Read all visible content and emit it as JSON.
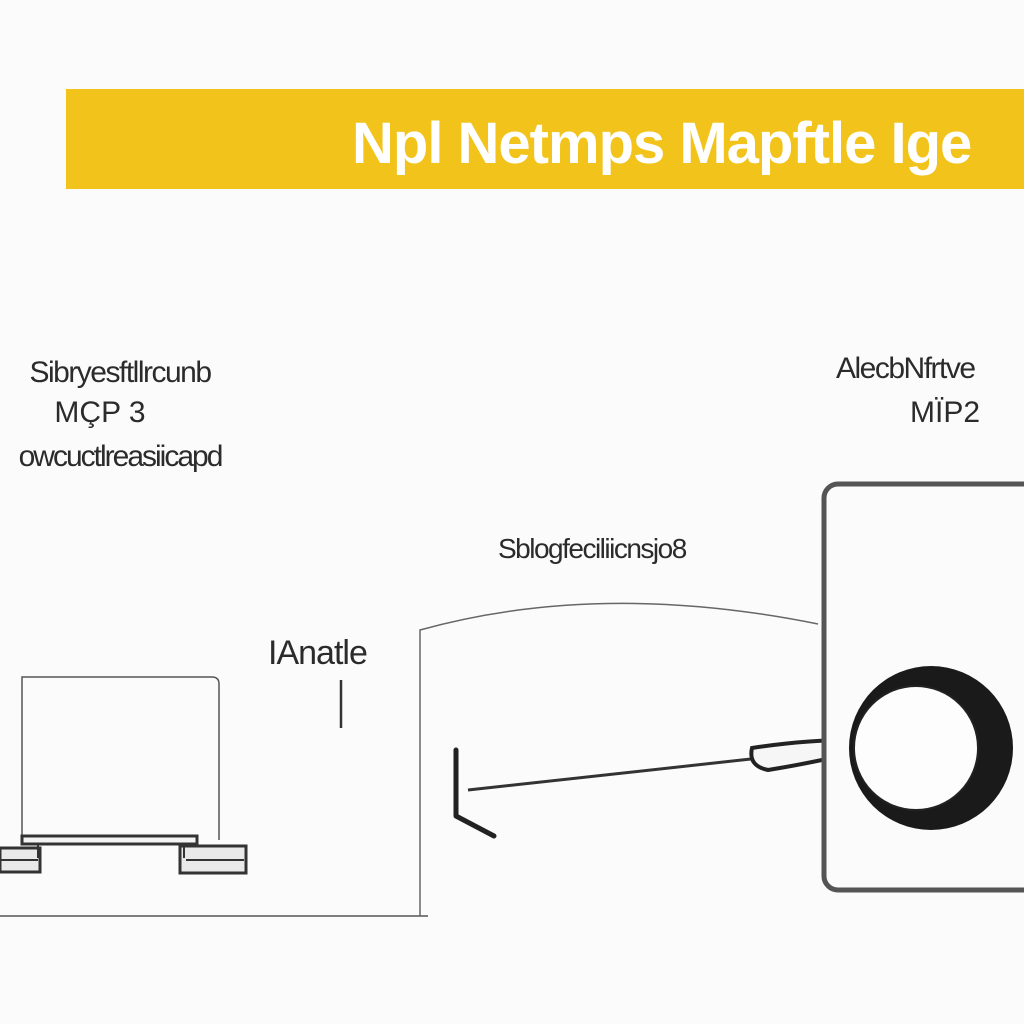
{
  "banner": {
    "title": "Npl Netmps Mapftle Ige",
    "color": "#f2c31a"
  },
  "left_device": {
    "label_line1": "Sibryesftllrcunb",
    "label_line2": "MÇP 3",
    "label_line3": "owcuctlreasiicapd"
  },
  "right_device": {
    "label_line1": "AlecbNfrtve",
    "label_line2": "MÏP2"
  },
  "connection": {
    "label": "Sblogfeciliicnsjo8"
  },
  "pointer": {
    "label": "IAnatle"
  }
}
